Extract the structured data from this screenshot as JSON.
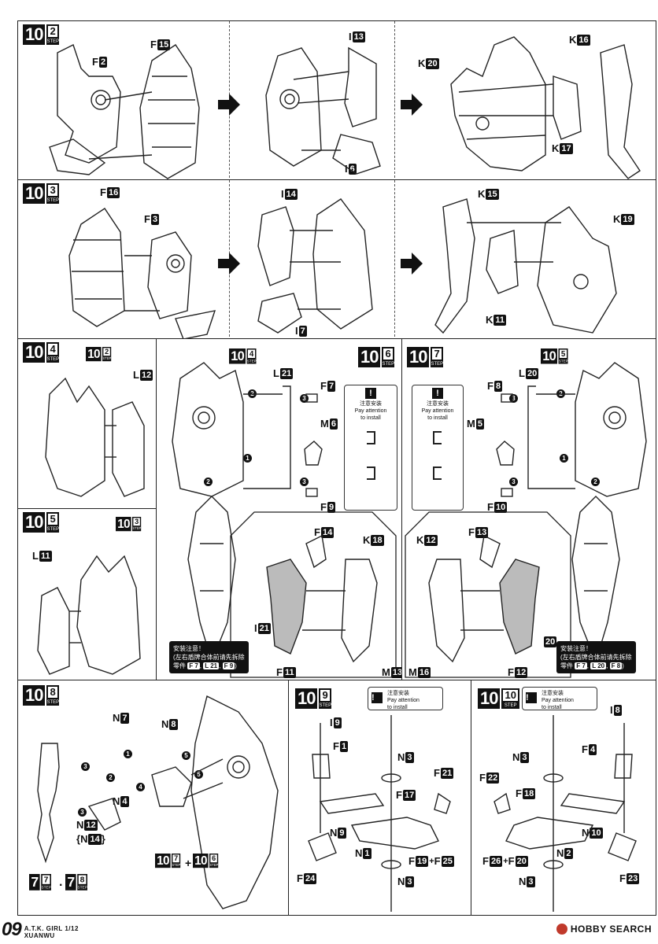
{
  "footer": {
    "page_number": "09",
    "series": "A.T.K. GIRL 1/12",
    "model": "XUANWU",
    "watermark": "HOBBY SEARCH"
  },
  "steps": {
    "s102": {
      "main": "10",
      "sub": "2",
      "label": "STEP"
    },
    "s103": {
      "main": "10",
      "sub": "3",
      "label": "STEP"
    },
    "s104": {
      "main": "10",
      "sub": "4",
      "label": "STEP"
    },
    "s105": {
      "main": "10",
      "sub": "5",
      "label": "STEP"
    },
    "s106": {
      "main": "10",
      "sub": "6",
      "label": "STEP"
    },
    "s107": {
      "main": "10",
      "sub": "7",
      "label": "STEP"
    },
    "s108": {
      "main": "10",
      "sub": "8",
      "label": "STEP"
    },
    "s109": {
      "main": "10",
      "sub": "9",
      "label": "STEP"
    },
    "s1010": {
      "main": "10",
      "sub": "10",
      "label": "STEP"
    },
    "s77": {
      "main": "7",
      "sub": "7",
      "label": "STEP"
    },
    "s78": {
      "main": "7",
      "sub": "8",
      "label": "STEP"
    }
  },
  "parts": {
    "F2": {
      "l": "F",
      "n": "2"
    },
    "F15": {
      "l": "F",
      "n": "15"
    },
    "I13": {
      "l": "I",
      "n": "13"
    },
    "I6": {
      "l": "I",
      "n": "6"
    },
    "K20": {
      "l": "K",
      "n": "20"
    },
    "K16": {
      "l": "K",
      "n": "16"
    },
    "K17": {
      "l": "K",
      "n": "17"
    },
    "F16": {
      "l": "F",
      "n": "16"
    },
    "F3": {
      "l": "F",
      "n": "3"
    },
    "I14": {
      "l": "I",
      "n": "14"
    },
    "I7": {
      "l": "I",
      "n": "7"
    },
    "K15": {
      "l": "K",
      "n": "15"
    },
    "K19": {
      "l": "K",
      "n": "19"
    },
    "K11": {
      "l": "K",
      "n": "11"
    },
    "L12": {
      "l": "L",
      "n": "12"
    },
    "L11": {
      "l": "L",
      "n": "11"
    },
    "L21": {
      "l": "L",
      "n": "21"
    },
    "F7": {
      "l": "F",
      "n": "7"
    },
    "M6": {
      "l": "M",
      "n": "6"
    },
    "F9": {
      "l": "F",
      "n": "9"
    },
    "F8": {
      "l": "F",
      "n": "8"
    },
    "L20": {
      "l": "L",
      "n": "20"
    },
    "M5": {
      "l": "M",
      "n": "5"
    },
    "F10": {
      "l": "F",
      "n": "10"
    },
    "F14": {
      "l": "F",
      "n": "14"
    },
    "K18": {
      "l": "K",
      "n": "18"
    },
    "I21": {
      "l": "I",
      "n": "21"
    },
    "F11": {
      "l": "F",
      "n": "11"
    },
    "M13": {
      "l": "M",
      "n": "13"
    },
    "K12": {
      "l": "K",
      "n": "12"
    },
    "F13": {
      "l": "F",
      "n": "13"
    },
    "M16": {
      "l": "M",
      "n": "16"
    },
    "F12": {
      "l": "F",
      "n": "12"
    },
    "P20": {
      "l": "",
      "n": "20"
    },
    "N7": {
      "l": "N",
      "n": "7"
    },
    "N8": {
      "l": "N",
      "n": "8"
    },
    "N4": {
      "l": "N",
      "n": "4"
    },
    "N12": {
      "l": "N",
      "n": "12"
    },
    "N14": {
      "l": "N",
      "n": "14"
    },
    "I9": {
      "l": "I",
      "n": "9"
    },
    "F1": {
      "l": "F",
      "n": "1"
    },
    "N3a": {
      "l": "N",
      "n": "3"
    },
    "F21": {
      "l": "F",
      "n": "21"
    },
    "F17": {
      "l": "F",
      "n": "17"
    },
    "N9": {
      "l": "N",
      "n": "9"
    },
    "N1": {
      "l": "N",
      "n": "1"
    },
    "F19": {
      "l": "F",
      "n": "19"
    },
    "F25": {
      "l": "F",
      "n": "25"
    },
    "N3b": {
      "l": "N",
      "n": "3"
    },
    "F24": {
      "l": "F",
      "n": "24"
    },
    "I8": {
      "l": "I",
      "n": "8"
    },
    "N3c": {
      "l": "N",
      "n": "3"
    },
    "F4": {
      "l": "F",
      "n": "4"
    },
    "F22": {
      "l": "F",
      "n": "22"
    },
    "F18": {
      "l": "F",
      "n": "18"
    },
    "N10": {
      "l": "N",
      "n": "10"
    },
    "N2": {
      "l": "N",
      "n": "2"
    },
    "F26": {
      "l": "F",
      "n": "26"
    },
    "F20": {
      "l": "F",
      "n": "20"
    },
    "N3d": {
      "l": "N",
      "n": "3"
    },
    "F23": {
      "l": "F",
      "n": "23"
    }
  },
  "notes": {
    "attention_cn": "注意安装",
    "attention_en1": "Pay attention",
    "attention_en2": "to install",
    "warning_title": "安装注意！",
    "warning_line1": "(左右盾牌合体前请先拆除",
    "warning_line2_prefix": "零件",
    "warning_left_parts": [
      "F 7",
      "L 21",
      "F 9"
    ],
    "warning_right_parts": [
      "F 7",
      "L 20",
      "F 8"
    ],
    "warning_suffix": ")"
  },
  "plus": "+"
}
